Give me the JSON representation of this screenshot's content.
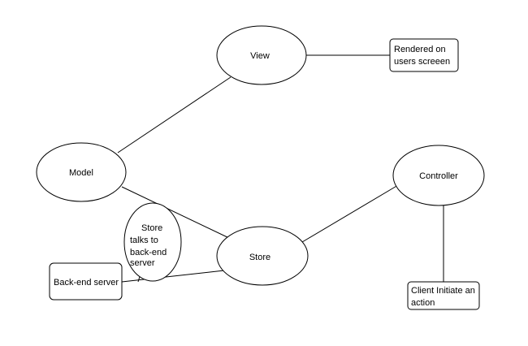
{
  "diagram": {
    "nodes": {
      "view": {
        "label": "View"
      },
      "model": {
        "label": "Model"
      },
      "store": {
        "label": "Store"
      },
      "controller": {
        "label": "Controller"
      },
      "rendered_note": {
        "lines": [
          "Rendered on",
          "users screeen"
        ]
      },
      "client_note": {
        "lines": [
          "Client Initiate an",
          "action"
        ]
      },
      "backend_box": {
        "label": "Back-end server"
      },
      "store_callout": {
        "lines": [
          "Store",
          "talks to",
          "back-end",
          "server"
        ]
      }
    },
    "edges": [
      {
        "from": "view",
        "to": "rendered_note"
      },
      {
        "from": "model",
        "to": "view"
      },
      {
        "from": "model",
        "to": "store"
      },
      {
        "from": "store",
        "to": "controller"
      },
      {
        "from": "controller",
        "to": "client_note"
      },
      {
        "from": "backend_box",
        "to": "store"
      },
      {
        "from": "store_callout",
        "to": "backend_box"
      }
    ]
  }
}
